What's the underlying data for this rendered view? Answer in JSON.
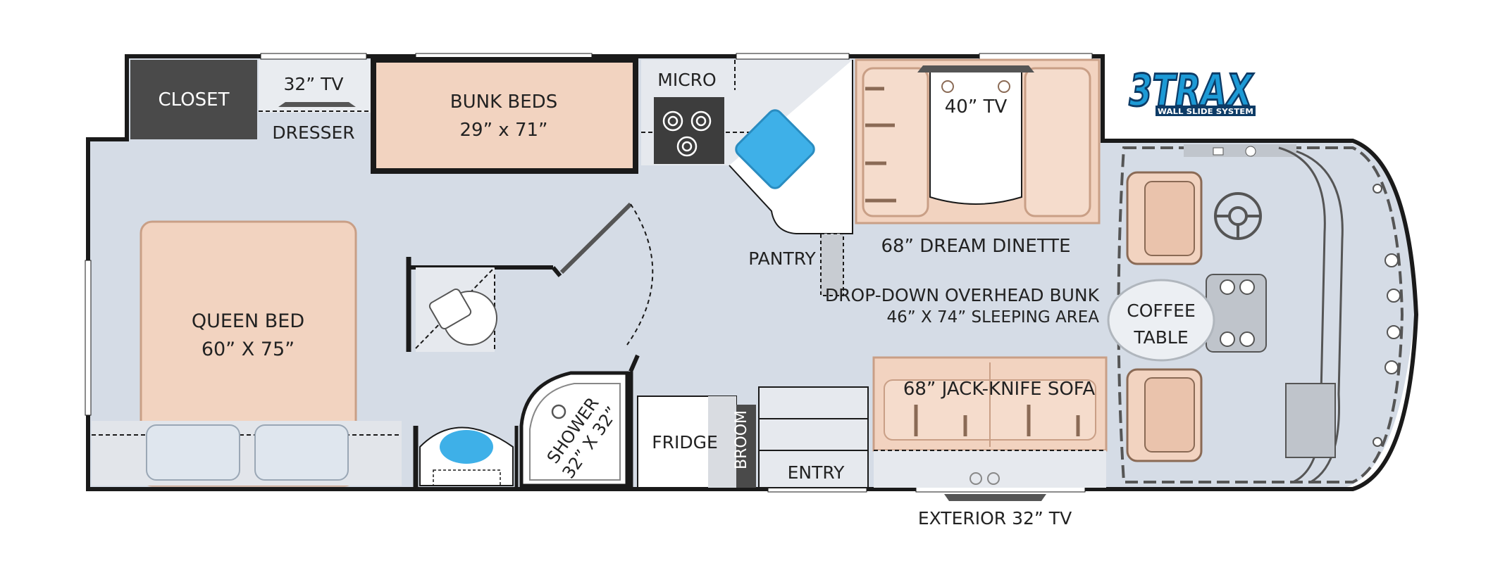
{
  "labels": {
    "closet": "CLOSET",
    "tv32": "32” TV",
    "dresser": "DRESSER",
    "bunk_beds": "BUNK BEDS",
    "bunk_size": "29” x 71”",
    "micro": "MICRO",
    "tv40": "40” TV",
    "pantry": "PANTRY",
    "dinette": "68” DREAM DINETTE",
    "overhead_bunk": "DROP-DOWN OVERHEAD BUNK",
    "overhead_size": "46” X 74” SLEEPING AREA",
    "queen_bed": "QUEEN BED",
    "queen_size": "60” X 75”",
    "shower": "SHOWER",
    "shower_size": "32” X 32”",
    "fridge": "FRIDGE",
    "broom": "BROOM",
    "entry": "ENTRY",
    "sofa": "68” JACK-KNIFE SOFA",
    "coffee": "COFFEE",
    "table": "TABLE",
    "exterior_tv": "EXTERIOR 32” TV"
  },
  "logo": {
    "brand": "3TRAX",
    "tagline": "WALL SLIDE SYSTEM"
  },
  "colors": {
    "floor": "#d5dce6",
    "bed": "#f2d3c0",
    "bed_edge": "#c99f86",
    "closet": "#4a4a4a",
    "wall": "#1a1a1a",
    "sink": "#3eb0e8",
    "logo_blue": "#1c9ad6"
  }
}
